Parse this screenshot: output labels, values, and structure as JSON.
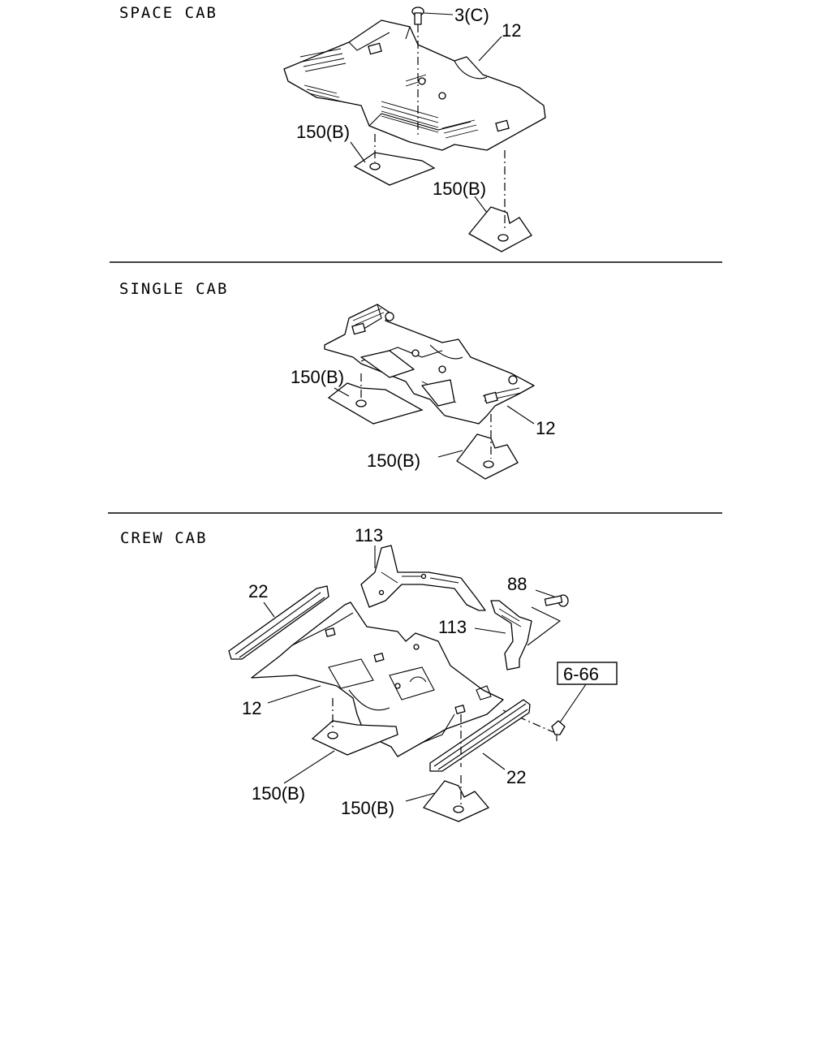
{
  "sections": [
    {
      "title": "SPACE CAB",
      "callouts": {
        "fastener": "3(C)",
        "floor": "12",
        "pad_left": "150(B)",
        "pad_right": "150(B)"
      }
    },
    {
      "title": "SINGLE CAB",
      "callouts": {
        "pad_left": "150(B)",
        "floor": "12",
        "pad_right": "150(B)"
      }
    },
    {
      "title": "CREW CAB",
      "callouts": {
        "bracket_top": "113",
        "sill_left": "22",
        "bolt": "88",
        "bracket_mid": "113",
        "ref_box": "6-66",
        "floor": "12",
        "sill_right": "22",
        "pad_left": "150(B)",
        "pad_right": "150(B)"
      }
    }
  ]
}
